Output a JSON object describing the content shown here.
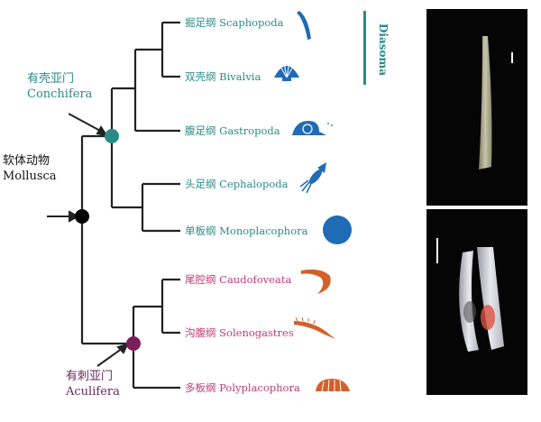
{
  "nodes": {
    "mollusca": {
      "zh": "软体动物",
      "en": "Mollusca"
    },
    "conchifera": {
      "zh": "有壳亚门",
      "en": "Conchifera"
    },
    "aculifera": {
      "zh": "有刺亚门",
      "en": "Aculifera"
    }
  },
  "taxa": [
    {
      "label": "掘足纲 Scaphopoda",
      "icon": "tusk-shell-icon"
    },
    {
      "label": "双壳纲 Bivalvia",
      "icon": "clam-shell-icon"
    },
    {
      "label": "腹足纲 Gastropoda",
      "icon": "snail-icon"
    },
    {
      "label": "头足纲 Cephalopoda",
      "icon": "squid-icon"
    },
    {
      "label": "单板纲 Monoplacophora",
      "icon": "limpet-disc-icon"
    },
    {
      "label": "尾腔纲 Caudofoveata",
      "icon": "worm-mollusc-icon"
    },
    {
      "label": "沟腹纲 Solenogastres",
      "icon": "solenogaster-icon"
    },
    {
      "label": "多板纲 Polyplacophora",
      "icon": "chiton-icon"
    }
  ],
  "bracket": {
    "label": "Diasoma"
  },
  "colors": {
    "teal": "#2a8a86",
    "pink": "#c03a78",
    "icon_blue": "#1f6bb5",
    "icon_orange": "#d2602a",
    "mollusca_node": "#000000",
    "conchifera_node": "#2a8a86",
    "aculifera_node": "#7a1e5a"
  }
}
